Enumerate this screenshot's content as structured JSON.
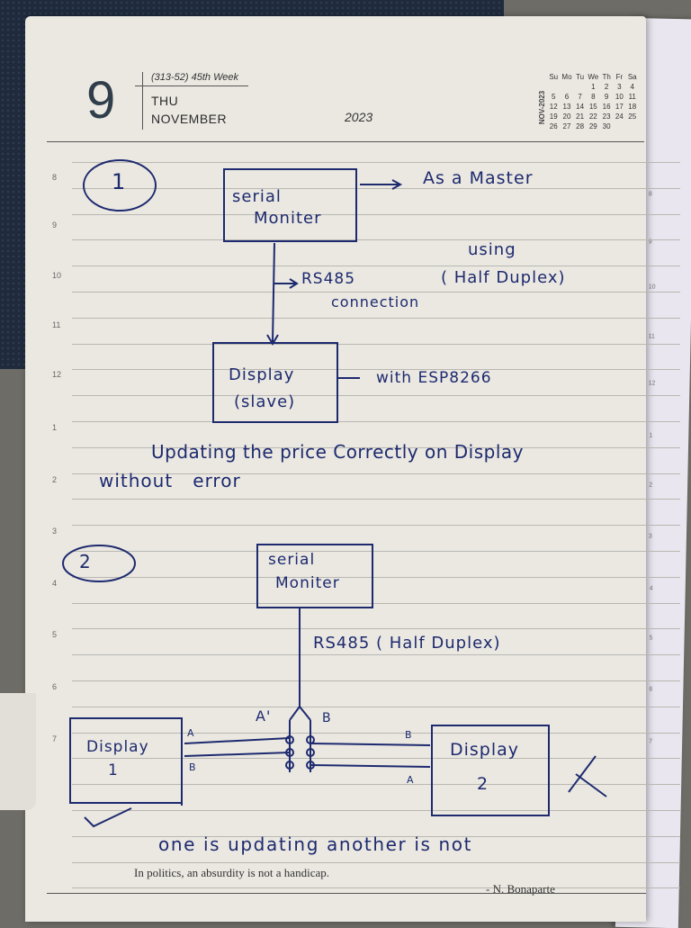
{
  "header": {
    "day_number": "9",
    "week_info": "(313-52) 45th Week",
    "weekday": "THU",
    "month": "NOVEMBER",
    "year": "2023"
  },
  "mini_calendar": {
    "label": "NOV-2023",
    "days_header": [
      "Su",
      "Mo",
      "Tu",
      "We",
      "Th",
      "Fr",
      "Sa"
    ],
    "weeks": [
      [
        "",
        "",
        "",
        "1",
        "2",
        "3",
        "4"
      ],
      [
        "5",
        "6",
        "7",
        "8",
        "9",
        "10",
        "11"
      ],
      [
        "12",
        "13",
        "14",
        "15",
        "16",
        "17",
        "18"
      ],
      [
        "19",
        "20",
        "21",
        "22",
        "23",
        "24",
        "25"
      ],
      [
        "26",
        "27",
        "28",
        "29",
        "30",
        "",
        ""
      ]
    ]
  },
  "hours": [
    "8",
    "9",
    "10",
    "11",
    "12",
    "1",
    "2",
    "3",
    "4",
    "5",
    "6",
    "7"
  ],
  "notes": {
    "section1": {
      "number": "1",
      "serial_box": [
        "serial",
        "Moniter"
      ],
      "master_note": "As a Master",
      "link_label": "RS485",
      "link_label2": "connection",
      "using_label": "using",
      "half_duplex": "( Half Duplex)",
      "display_box": [
        "Display",
        "(slave)"
      ],
      "esp_note": "with ESP8266",
      "result_line1": "Updating the price Correctly on Display",
      "result_line2": "without   error"
    },
    "section2": {
      "number": "2",
      "serial_box": [
        "serial",
        "Moniter"
      ],
      "link_label": "RS485 ( Half Duplex)",
      "label_a_top": "A'",
      "label_b_top": "B",
      "left_a": "A",
      "left_b": "B",
      "right_b": "B",
      "right_a": "A",
      "display1": [
        "Display",
        "1"
      ],
      "display2": [
        "Display",
        "2"
      ],
      "result_line": "one is updating another is not"
    }
  },
  "footer": {
    "quote": "In politics, an absurdity is not a handicap.",
    "author": "- N. Bonaparte"
  },
  "colors": {
    "ink": "#1d2a6e",
    "paper": "#ebe8e2",
    "cover": "#1f2a3c"
  }
}
